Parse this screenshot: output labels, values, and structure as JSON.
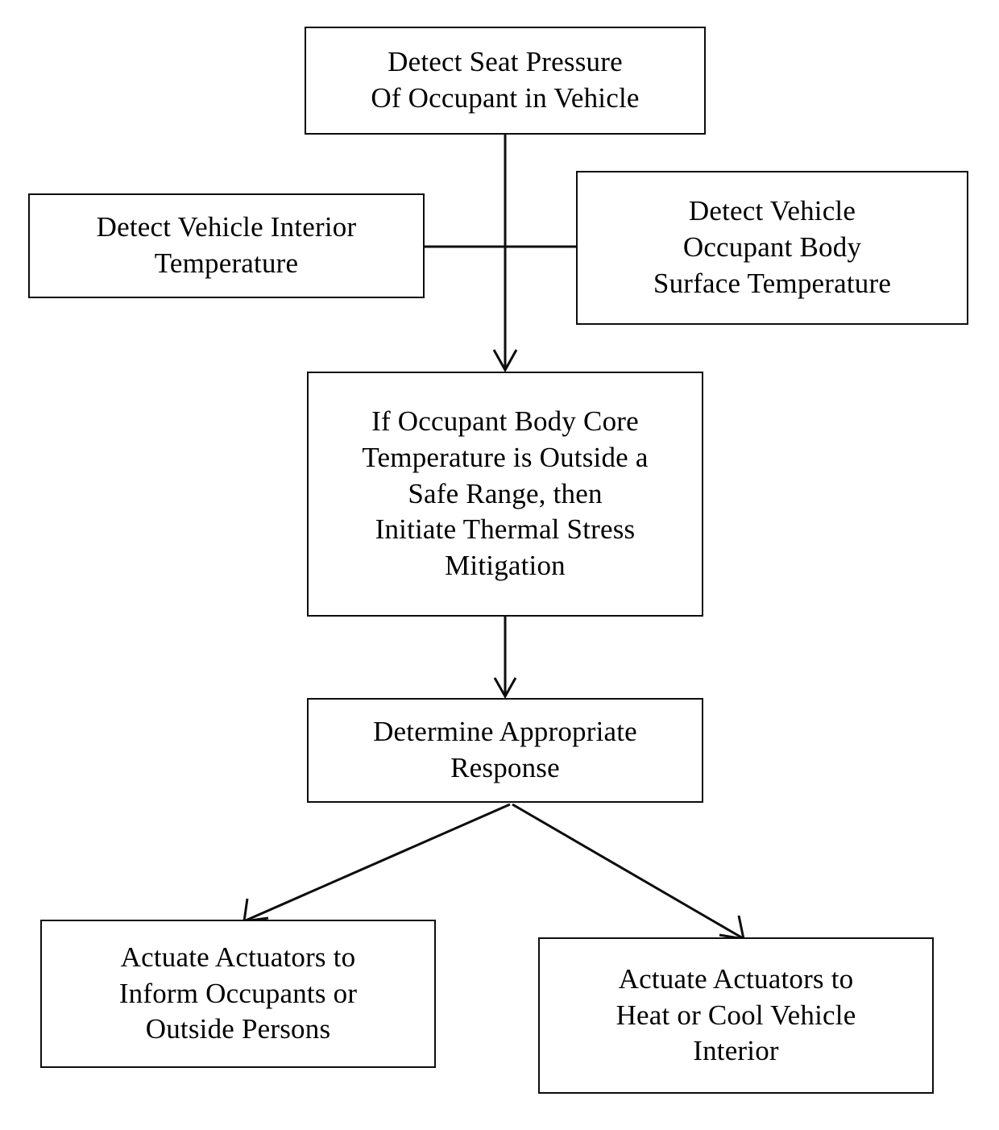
{
  "diagram": {
    "title": "Vehicle Occupant Thermal Stress Mitigation Flowchart",
    "type": "flowchart",
    "background_color": "#ffffff",
    "line_color": "#0d0d0d",
    "text_color": "#000000",
    "nodes": [
      {
        "id": "seat-pressure",
        "text": "Detect Seat Pressure\nOf Occupant in Vehicle",
        "shape": "rectangle"
      },
      {
        "id": "interior-temp",
        "text": "Detect Vehicle Interior\nTemperature",
        "shape": "rectangle"
      },
      {
        "id": "body-surface",
        "text": "Detect Vehicle\nOccupant Body\nSurface Temperature",
        "shape": "rectangle"
      },
      {
        "id": "core-temp",
        "text": "If Occupant Body Core\nTemperature is Outside a\nSafe Range, then\nInitiate Thermal Stress\nMitigation",
        "shape": "rectangle"
      },
      {
        "id": "determine",
        "text": "Determine Appropriate\nResponse",
        "shape": "rectangle"
      },
      {
        "id": "inform",
        "text": "Actuate Actuators to\nInform Occupants or\nOutside Persons",
        "shape": "rectangle"
      },
      {
        "id": "heatcool",
        "text": "Actuate Actuators to\nHeat or  Cool Vehicle\nInterior",
        "shape": "rectangle"
      }
    ],
    "edges": [
      {
        "id": "e1",
        "from": "seat-pressure",
        "to": "core-temp",
        "style": "solid",
        "arrow": "open-v",
        "label": ""
      },
      {
        "id": "e2",
        "from": "interior-temp",
        "to": "junction",
        "style": "solid",
        "arrow": "none",
        "label": ""
      },
      {
        "id": "e3",
        "from": "body-surface",
        "to": "junction",
        "style": "solid",
        "arrow": "none",
        "label": ""
      },
      {
        "id": "e4",
        "from": "core-temp",
        "to": "determine",
        "style": "solid",
        "arrow": "open-v",
        "label": ""
      },
      {
        "id": "e5",
        "from": "determine",
        "to": "inform",
        "style": "solid",
        "arrow": "open-v",
        "label": ""
      },
      {
        "id": "e6",
        "from": "determine",
        "to": "heatcool",
        "style": "solid",
        "arrow": "open-v",
        "label": ""
      }
    ]
  }
}
